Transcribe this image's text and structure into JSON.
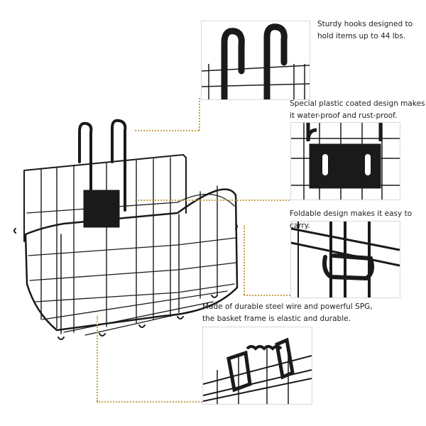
{
  "captions": {
    "hooks_line1": "Sturdy hooks designed to",
    "hooks_line2": "hold items up to 44 lbs.",
    "coating_line1": "Special plastic coated design makes",
    "coating_line2": "it water-proof and rust-proof.",
    "foldable": "Foldable design makes it easy to carry.",
    "steel_line1": "Made of durable steel wire and powerful SPG,",
    "steel_line2": "the basket frame is elastic and durable."
  },
  "colors": {
    "wire": "#1a1a1a",
    "leader": "#c6a24e",
    "background": "#ffffff"
  }
}
